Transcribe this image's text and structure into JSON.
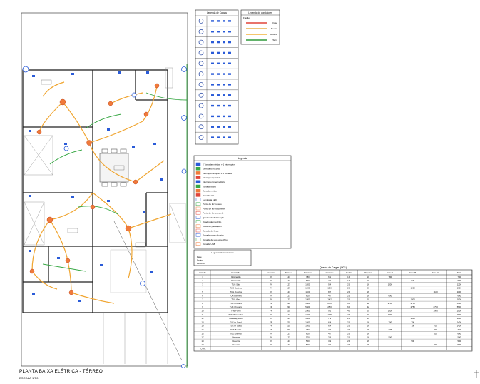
{
  "drawing": {
    "title": "PLANTA BAIXA ELÉTRICA - TÉRREO",
    "scale": "ESCALA 1/50"
  },
  "legend_circuits": {
    "title": "Legenda de Cargas",
    "rows": 12
  },
  "legend_conductors": {
    "title": "Legenda de condutores",
    "header": "Fiação",
    "items": [
      {
        "label": "Fase",
        "color": "#e0453a"
      },
      {
        "label": "Neutro",
        "color": "#e7b04a"
      },
      {
        "label": "Retorno",
        "color": "#f2b43c"
      },
      {
        "label": "Terra",
        "color": "#2e9a3a"
      }
    ]
  },
  "legend_symbols": {
    "title": "Legenda",
    "items": [
      "2 Tomadas médias + 1 Interruptor",
      "Eletroduto no piso",
      "Interruptor simples + 1 tomada",
      "Interruptor paralelo",
      "Interruptor intermediário",
      "Tomada baixa",
      "Tomada média",
      "Tomada alta",
      "Luminária LED",
      "Ponto de luz no teto",
      "Ponto de luz na parede",
      "Ponto de luz arandela",
      "Quadro de distribuição",
      "Quadro de medição",
      "Caixa de passagem",
      "Tomada de força",
      "Tomada para chuveiro",
      "Tomada de uso específico",
      "Tomada USB"
    ]
  },
  "notes": {
    "title": "Legenda de condutores",
    "items": [
      "Fase",
      "Neutro",
      "Retorno"
    ]
  },
  "table": {
    "title": "Quadro de Cargas (QD1)",
    "headers": [
      "Circuito",
      "Descrição",
      "Esquema",
      "Tensão",
      "Potência",
      "Corrente",
      "Seção",
      "Disjuntor",
      "Fase A",
      "Fase B",
      "Fase C",
      "Total"
    ],
    "rows": [
      [
        "1",
        "Iluminação",
        "FN",
        "127",
        "780",
        "6,1",
        "1,5",
        "10",
        "780",
        "",
        "",
        "780"
      ],
      [
        "2",
        "Iluminação",
        "FN",
        "127",
        "620",
        "4,9",
        "1,5",
        "10",
        "",
        "620",
        "",
        "620"
      ],
      [
        "3",
        "TUG Sala",
        "FN",
        "127",
        "1200",
        "9,4",
        "2,5",
        "16",
        "1200",
        "",
        "",
        "1200"
      ],
      [
        "4",
        "TUG Cozinha",
        "FN",
        "127",
        "1900",
        "15,0",
        "2,5",
        "20",
        "",
        "1900",
        "",
        "1900"
      ],
      [
        "5",
        "TUG Quartos",
        "FN",
        "127",
        "1100",
        "8,7",
        "2,5",
        "16",
        "",
        "",
        "1100",
        "1100"
      ],
      [
        "6",
        "TUG Banheiro",
        "FN",
        "127",
        "600",
        "4,7",
        "2,5",
        "16",
        "600",
        "",
        "",
        "600"
      ],
      [
        "7",
        "TUG Área",
        "FN",
        "127",
        "1800",
        "14,2",
        "2,5",
        "20",
        "",
        "1800",
        "",
        "1800"
      ],
      [
        "8",
        "TUE Chuveiro",
        "FF",
        "220",
        "5500",
        "25,0",
        "6,0",
        "32",
        "2750",
        "2750",
        "",
        "5500"
      ],
      [
        "9",
        "TUE Chuveiro",
        "FF",
        "220",
        "5500",
        "25,0",
        "6,0",
        "32",
        "",
        "2750",
        "2750",
        "5500"
      ],
      [
        "10",
        "TUE Forno",
        "FF",
        "220",
        "2000",
        "9,1",
        "4,0",
        "20",
        "1000",
        "",
        "1000",
        "2000"
      ],
      [
        "11",
        "TUE Microondas",
        "FN",
        "127",
        "1500",
        "11,8",
        "2,5",
        "20",
        "1500",
        "",
        "",
        "1500"
      ],
      [
        "12",
        "TUE Máq. Lavar",
        "FN",
        "127",
        "1000",
        "7,9",
        "2,5",
        "16",
        "",
        "1000",
        "",
        "1000"
      ],
      [
        "13",
        "TUE Ar Cond.",
        "FF",
        "220",
        "1400",
        "6,4",
        "2,5",
        "16",
        "700",
        "700",
        "",
        "1400"
      ],
      [
        "14",
        "TUE Ar Cond.",
        "FF",
        "220",
        "1400",
        "6,4",
        "2,5",
        "16",
        "",
        "700",
        "700",
        "1400"
      ],
      [
        "15",
        "TUE Bomba",
        "FF",
        "220",
        "750",
        "3,4",
        "2,5",
        "16",
        "375",
        "",
        "375",
        "750"
      ],
      [
        "16",
        "TUG Externo",
        "FN",
        "127",
        "600",
        "4,7",
        "2,5",
        "16",
        "",
        "",
        "600",
        "600"
      ],
      [
        "17",
        "Reserva",
        "FN",
        "127",
        "500",
        "3,9",
        "2,5",
        "16",
        "500",
        "",
        "",
        "500"
      ],
      [
        "18",
        "Reserva",
        "FN",
        "127",
        "500",
        "3,9",
        "2,5",
        "16",
        "",
        "500",
        "",
        "500"
      ],
      [
        "19",
        "Reserva",
        "FN",
        "127",
        "500",
        "3,9",
        "2,5",
        "16",
        "",
        "",
        "500",
        "500"
      ]
    ],
    "total_label": "TOTAL"
  }
}
